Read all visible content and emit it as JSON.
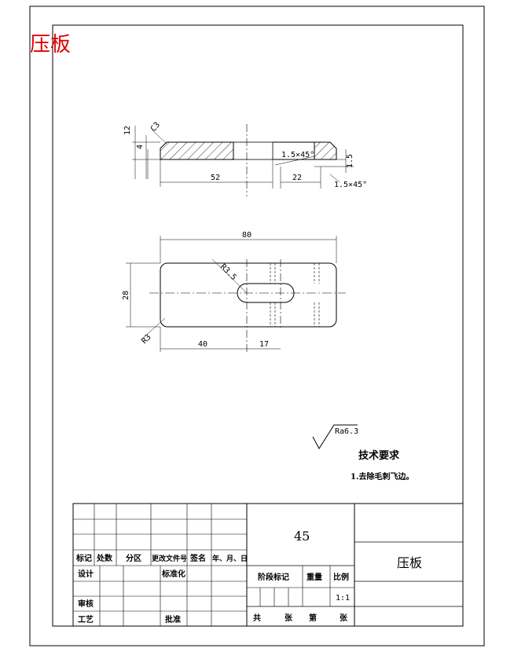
{
  "corner_title": "压板",
  "colors": {
    "title_red": "#e00000",
    "line": "#000000"
  },
  "top_view_dims": {
    "d12": "12",
    "dC3": "C3",
    "d4": "4",
    "d1_5x45_a": "1.5×45°",
    "d52": "52",
    "d22": "22",
    "d1_5": "1.5",
    "d1_5x45_b": "1.5×45°"
  },
  "plan_view_dims": {
    "d80": "80",
    "dR3_5": "R3.5",
    "d28": "28",
    "dR3": "R3",
    "d40": "40",
    "d17": "17"
  },
  "roughness": "Ra6.3",
  "requirements": {
    "title": "技术要求",
    "item1": "1.去除毛刺飞边。"
  },
  "title_block": {
    "material": "45",
    "part_name": "压板",
    "headers": [
      "标记",
      "处数",
      "分区",
      "更改文件号",
      "签名",
      "年、月、日"
    ],
    "design": "设计",
    "standardize": "标准化",
    "review": "审核",
    "process": "工艺",
    "approve": "批准",
    "stage_mark": "阶段标记",
    "weight": "重量",
    "scale_label": "比例",
    "scale_value": "1:1",
    "total": "共",
    "sheets1": "张",
    "sheet_no": "第",
    "sheets2": "张"
  }
}
